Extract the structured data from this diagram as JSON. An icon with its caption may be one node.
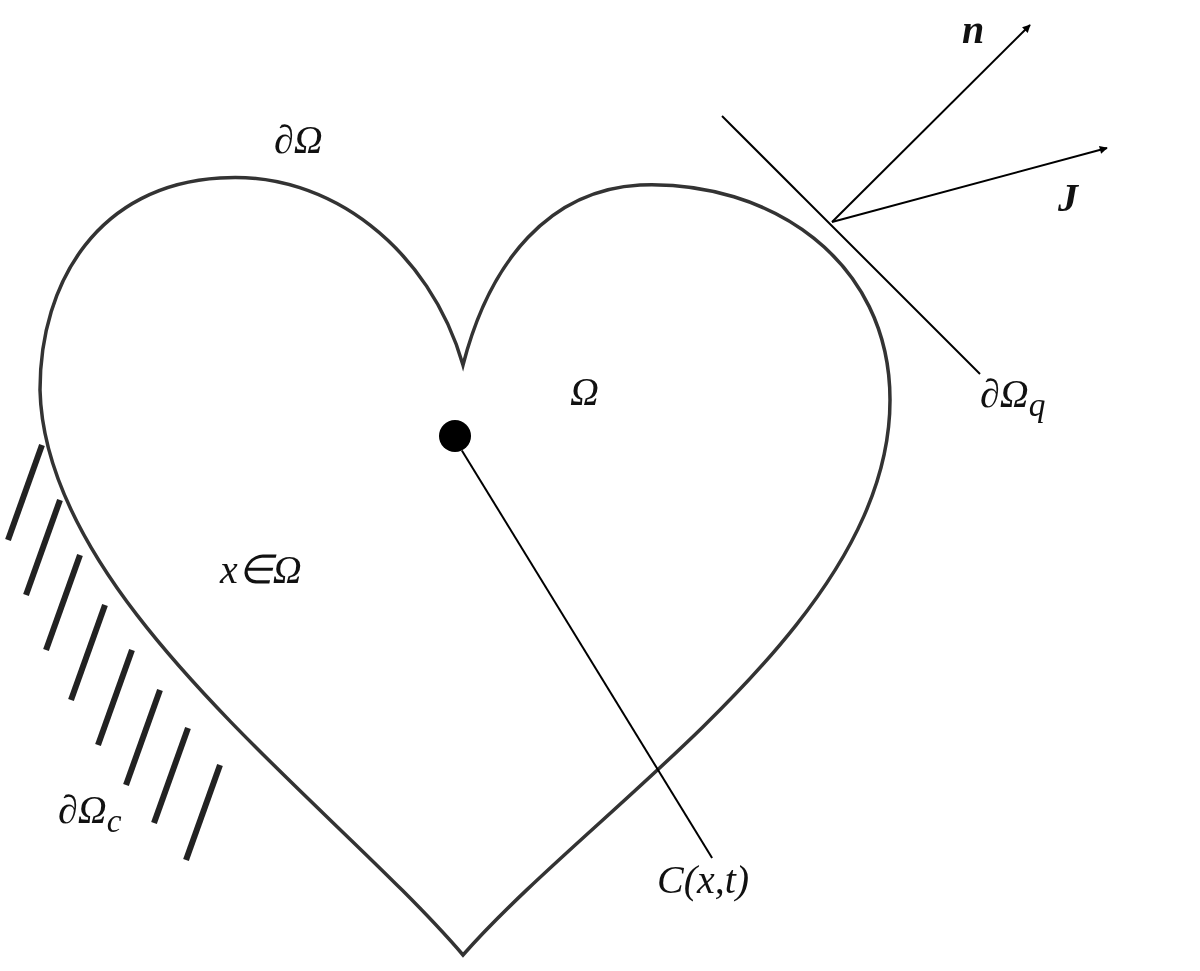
{
  "diagram": {
    "nodes": [
      {
        "text": [
          "Ω",
          "x∈Ω"
        ],
        "beside": [
          "∂Ω"
        ]
      },
      {
        "text": [],
        "shape": "circle",
        "in": 0
      },
      {
        "text": [
          "C(x,t)"
        ]
      },
      {
        "text": [
          "∂Ω$_{q}$"
        ]
      }
    ],
    "edges": [
      {
        "from": 2,
        "to": 1,
        "arrow": "none"
      },
      {
        "from": 3,
        "to": null,
        "arrow": "none"
      }
    ],
    "labels": [
      "n",
      "J",
      "∂Ω$_{c}$"
    ]
  }
}
